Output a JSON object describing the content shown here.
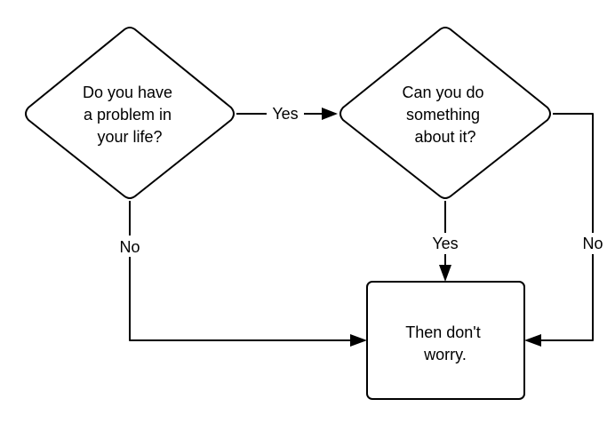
{
  "diagram": {
    "nodes": {
      "problem": {
        "lines": [
          "Do you have",
          "a problem in",
          "your life?"
        ]
      },
      "can_do": {
        "lines": [
          "Can you do",
          "something",
          "about it?"
        ]
      },
      "dont_worry": {
        "lines": [
          "Then don't",
          "worry."
        ]
      }
    },
    "edges": {
      "problem_to_can_do": {
        "label": "Yes"
      },
      "problem_to_dont_worry": {
        "label": "No"
      },
      "can_do_to_dont_worry_yes": {
        "label": "Yes"
      },
      "can_do_to_dont_worry_no": {
        "label": "No"
      }
    },
    "colors": {
      "stroke": "#000000",
      "fill": "#ffffff",
      "background": "#ffffff"
    }
  }
}
